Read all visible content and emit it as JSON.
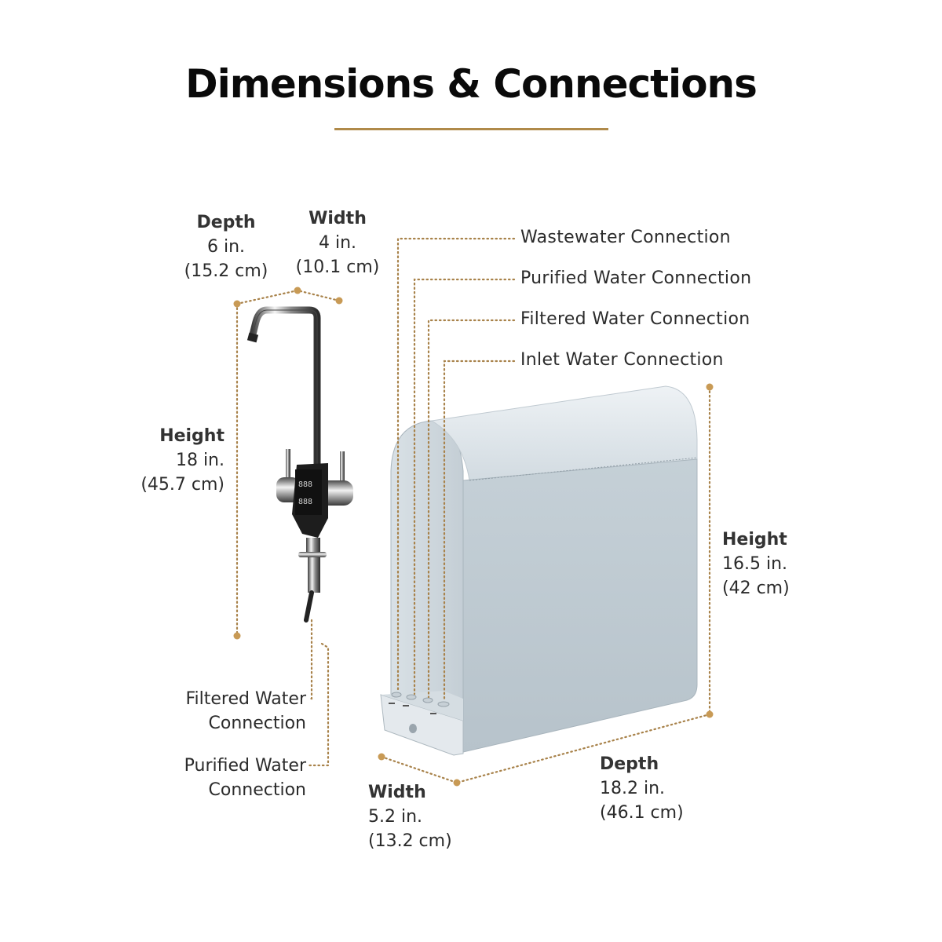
{
  "header": {
    "title": "Dimensions & Connections"
  },
  "colors": {
    "accent": "#b08a4a",
    "dot": "#c89a55",
    "text": "#2b2b2b",
    "title": "#0a0a0a",
    "unit_body": "#bdc8d0",
    "unit_top": "#dfe6eb"
  },
  "faucet": {
    "depth": {
      "label": "Depth",
      "inches": "6 in.",
      "cm": "(15.2 cm)"
    },
    "width": {
      "label": "Width",
      "inches": "4 in.",
      "cm": "(10.1 cm)"
    },
    "height": {
      "label": "Height",
      "inches": "18 in.",
      "cm": "(45.7 cm)"
    },
    "connections": [
      {
        "line1": "Filtered Water",
        "line2": "Connection"
      },
      {
        "line1": "Purified Water",
        "line2": "Connection"
      }
    ]
  },
  "unit": {
    "connections": [
      "Wastewater Connection",
      "Purified Water Connection",
      "Filtered Water Connection",
      "Inlet Water Connection"
    ],
    "height": {
      "label": "Height",
      "inches": "16.5 in.",
      "cm": "(42 cm)"
    },
    "width": {
      "label": "Width",
      "inches": "5.2 in.",
      "cm": "(13.2 cm)"
    },
    "depth": {
      "label": "Depth",
      "inches": "18.2 in.",
      "cm": "(46.1 cm)"
    }
  }
}
